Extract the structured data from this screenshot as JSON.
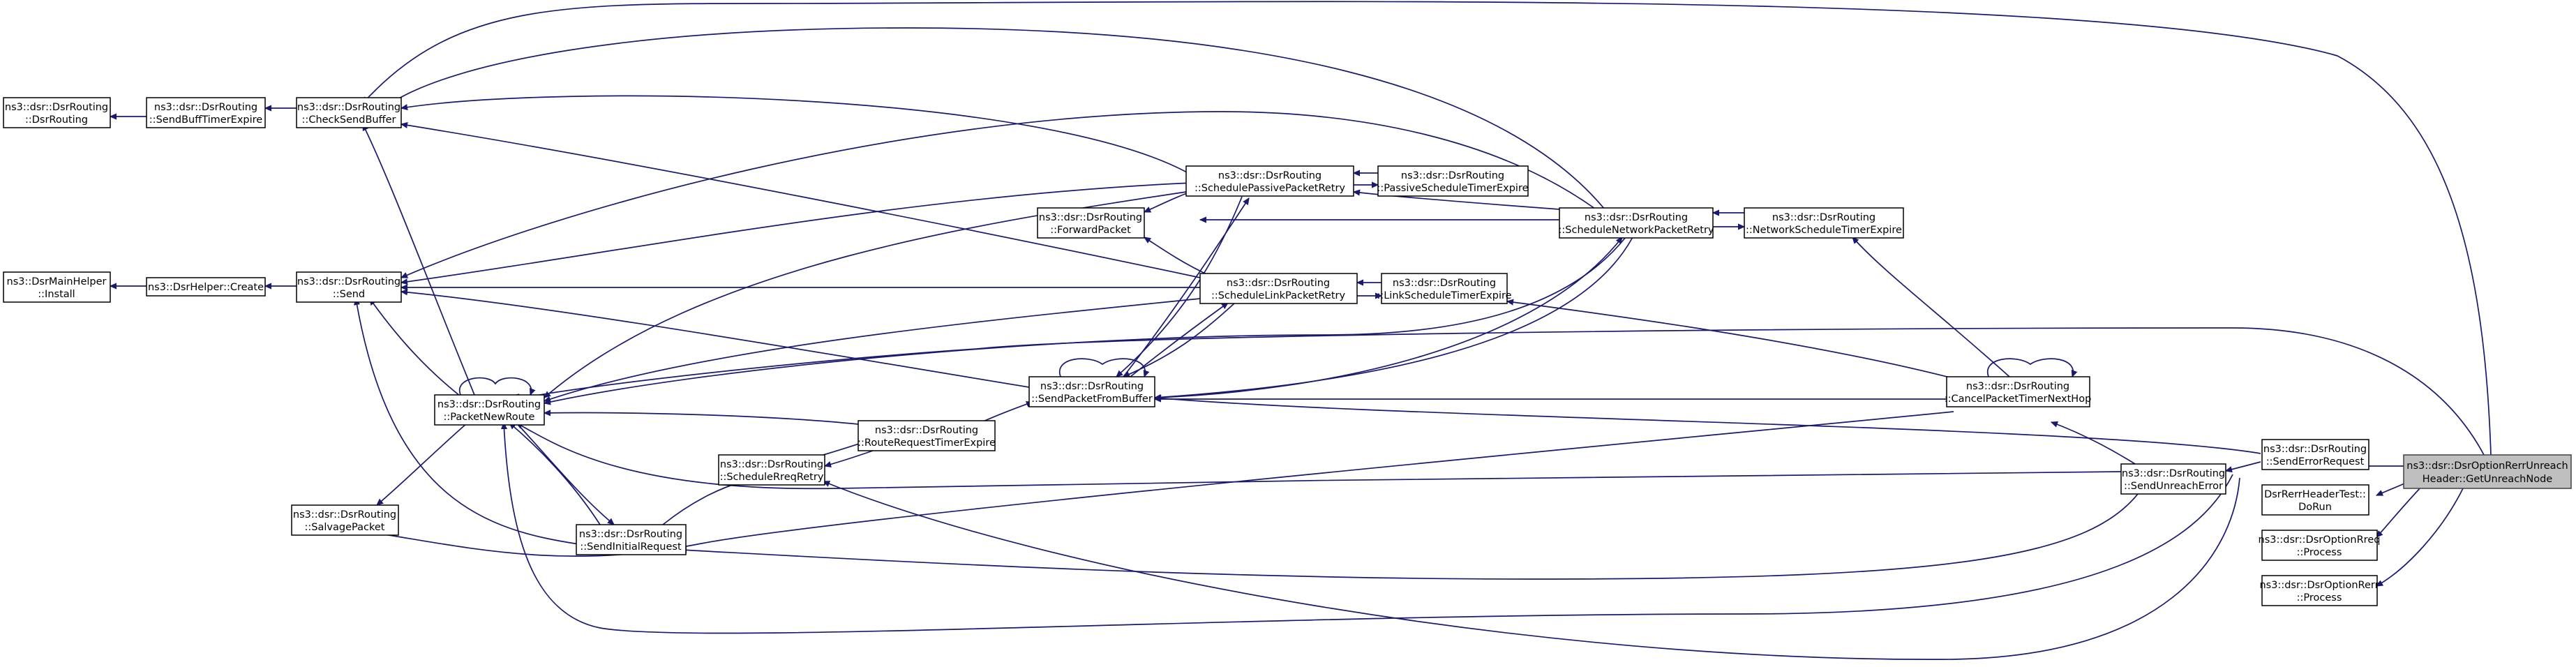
{
  "graph": {
    "focus_node": "getunreachnode",
    "nodes": {
      "dsrrouting_ctor": [
        "ns3::dsr::DsrRouting",
        "::DsrRouting"
      ],
      "sendbufftimerexpire": [
        "ns3::dsr::DsrRouting",
        "::SendBuffTimerExpire"
      ],
      "checksendbuffer": [
        "ns3::dsr::DsrRouting",
        "::CheckSendBuffer"
      ],
      "mainhelper_install": [
        "ns3::DsrMainHelper",
        "::Install"
      ],
      "helper_create": [
        "ns3::DsrHelper::Create"
      ],
      "send": [
        "ns3::dsr::DsrRouting",
        "::Send"
      ],
      "packetnewroute": [
        "ns3::dsr::DsrRouting",
        "::PacketNewRoute"
      ],
      "salvagepacket": [
        "ns3::dsr::DsrRouting",
        "::SalvagePacket"
      ],
      "sendinitialrequest": [
        "ns3::dsr::DsrRouting",
        "::SendInitialRequest"
      ],
      "schedulereqretry": [
        "ns3::dsr::DsrRouting",
        "::ScheduleRreqRetry"
      ],
      "routerequesttimerexpire": [
        "ns3::dsr::DsrRouting",
        "::RouteRequestTimerExpire"
      ],
      "forwardpacket": [
        "ns3::dsr::DsrRouting",
        "::ForwardPacket"
      ],
      "schedulepassivepacketretry": [
        "ns3::dsr::DsrRouting",
        "::SchedulePassivePacketRetry"
      ],
      "schedulelinkpacketretry": [
        "ns3::dsr::DsrRouting",
        "::ScheduleLinkPacketRetry"
      ],
      "sendpacketfrombuffer": [
        "ns3::dsr::DsrRouting",
        "::SendPacketFromBuffer"
      ],
      "passivescheduletimerexpire": [
        "ns3::dsr::DsrRouting",
        "::PassiveScheduleTimerExpire"
      ],
      "linkscheduletimerexpire": [
        "ns3::dsr::DsrRouting",
        "::LinkScheduleTimerExpire"
      ],
      "schedulenetworkpacketretry": [
        "ns3::dsr::DsrRouting",
        "::ScheduleNetworkPacketRetry"
      ],
      "networkscheduletimerexpire": [
        "ns3::dsr::DsrRouting",
        "::NetworkScheduleTimerExpire"
      ],
      "cancelpackettimernexthop": [
        "ns3::dsr::DsrRouting",
        "::CancelPacketTimerNextHop"
      ],
      "sendunreacherror": [
        "ns3::dsr::DsrRouting",
        "::SendUnreachError"
      ],
      "senderrorrequest": [
        "ns3::dsr::DsrRouting",
        "::SendErrorRequest"
      ],
      "dsrrerrheadertest_dorun": [
        "DsrRerrHeaderTest::",
        "DoRun"
      ],
      "optionrreq_process": [
        "ns3::dsr::DsrOptionRreq",
        "::Process"
      ],
      "optionrerr_process": [
        "ns3::dsr::DsrOptionRerr",
        "::Process"
      ],
      "getunreachnode": [
        "ns3::dsr::DsrOptionRerrUnreach",
        "Header::GetUnreachNode"
      ]
    },
    "edges": [
      [
        "getunreachnode",
        "checksendbuffer"
      ],
      [
        "getunreachnode",
        "packetnewroute"
      ],
      [
        "getunreachnode",
        "senderrorrequest"
      ],
      [
        "getunreachnode",
        "dsrrerrheadertest_dorun"
      ],
      [
        "getunreachnode",
        "optionrreq_process"
      ],
      [
        "getunreachnode",
        "optionrerr_process"
      ],
      [
        "checksendbuffer",
        "sendbufftimerexpire"
      ],
      [
        "sendbufftimerexpire",
        "dsrrouting_ctor"
      ],
      [
        "helper_create",
        "mainhelper_install"
      ],
      [
        "send",
        "helper_create"
      ],
      [
        "packetnewroute",
        "checksendbuffer"
      ],
      [
        "packetnewroute",
        "send"
      ],
      [
        "packetnewroute",
        "packetnewroute"
      ],
      [
        "packetnewroute",
        "salvagepacket"
      ],
      [
        "packetnewroute",
        "sendinitialrequest"
      ],
      [
        "sendinitialrequest",
        "send"
      ],
      [
        "sendinitialrequest",
        "packetnewroute"
      ],
      [
        "sendinitialrequest",
        "schedulereqretry"
      ],
      [
        "schedulereqretry",
        "routerequesttimerexpire"
      ],
      [
        "routerequesttimerexpire",
        "schedulereqretry"
      ],
      [
        "routerequesttimerexpire",
        "packetnewroute"
      ],
      [
        "routerequesttimerexpire",
        "sendpacketfrombuffer"
      ],
      [
        "schedulepassivepacketretry",
        "checksendbuffer"
      ],
      [
        "schedulepassivepacketretry",
        "send"
      ],
      [
        "schedulepassivepacketretry",
        "forwardpacket"
      ],
      [
        "schedulepassivepacketretry",
        "packetnewroute"
      ],
      [
        "schedulepassivepacketretry",
        "sendpacketfrombuffer"
      ],
      [
        "schedulepassivepacketretry",
        "passivescheduletimerexpire"
      ],
      [
        "passivescheduletimerexpire",
        "schedulepassivepacketretry"
      ],
      [
        "schedulelinkpacketretry",
        "checksendbuffer"
      ],
      [
        "schedulelinkpacketretry",
        "send"
      ],
      [
        "schedulelinkpacketretry",
        "forwardpacket"
      ],
      [
        "schedulelinkpacketretry",
        "packetnewroute"
      ],
      [
        "schedulelinkpacketretry",
        "sendpacketfrombuffer"
      ],
      [
        "schedulelinkpacketretry",
        "linkscheduletimerexpire"
      ],
      [
        "linkscheduletimerexpire",
        "schedulelinkpacketretry"
      ],
      [
        "sendpacketfrombuffer",
        "send"
      ],
      [
        "sendpacketfrombuffer",
        "sendpacketfrombuffer"
      ],
      [
        "sendpacketfrombuffer",
        "schedulelinkpacketretry"
      ],
      [
        "sendpacketfrombuffer",
        "schedulepassivepacketretry"
      ],
      [
        "sendpacketfrombuffer",
        "schedulenetworkpacketretry"
      ],
      [
        "schedulenetworkpacketretry",
        "checksendbuffer"
      ],
      [
        "schedulenetworkpacketretry",
        "send"
      ],
      [
        "schedulenetworkpacketretry",
        "forwardpacket"
      ],
      [
        "schedulenetworkpacketretry",
        "packetnewroute"
      ],
      [
        "schedulenetworkpacketretry",
        "sendpacketfrombuffer"
      ],
      [
        "schedulenetworkpacketretry",
        "networkscheduletimerexpire"
      ],
      [
        "networkscheduletimerexpire",
        "schedulenetworkpacketretry"
      ],
      [
        "cancelpackettimernexthop",
        "cancelpackettimernexthop"
      ],
      [
        "cancelpackettimernexthop",
        "networkscheduletimerexpire"
      ],
      [
        "cancelpackettimernexthop",
        "linkscheduletimerexpire"
      ],
      [
        "cancelpackettimernexthop",
        "sendpacketfrombuffer"
      ],
      [
        "cancelpackettimernexthop",
        "salvagepacket"
      ],
      [
        "sendunreacherror",
        "cancelpackettimernexthop"
      ],
      [
        "sendunreacherror",
        "packetnewroute"
      ],
      [
        "sendunreacherror",
        "sendinitialrequest"
      ],
      [
        "senderrorrequest",
        "sendunreacherror"
      ],
      [
        "senderrorrequest",
        "sendpacketfrombuffer"
      ],
      [
        "senderrorrequest",
        "schedulereqretry"
      ],
      [
        "senderrorrequest",
        "packetnewroute"
      ]
    ]
  }
}
